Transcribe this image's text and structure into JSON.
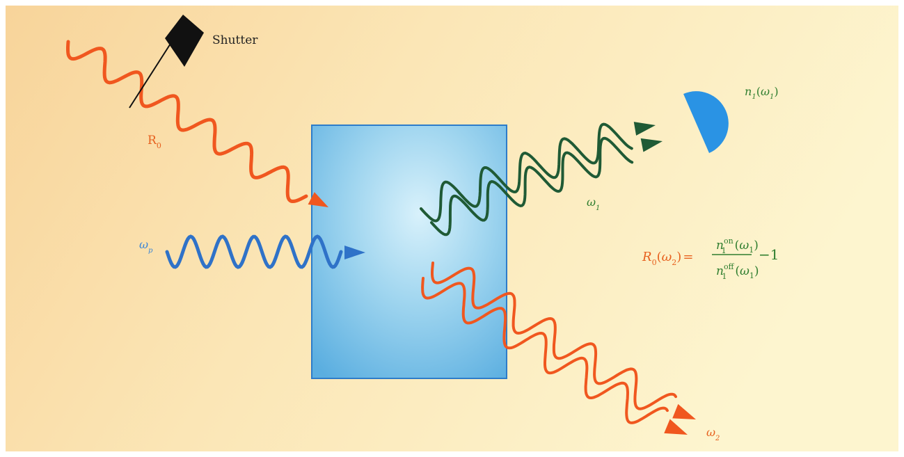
{
  "labels": {
    "shutter": "Shutter",
    "r0_symbol": "R",
    "r0_sub": "0",
    "wp_symbol": "ω",
    "wp_sub": "p",
    "w1_symbol": "ω",
    "w1_sub": "1",
    "w2_symbol": "ω",
    "w2_sub": "2",
    "detector_n": "n",
    "detector_n_sub": "1",
    "detector_open": "(",
    "detector_omega": "ω",
    "detector_omega_sub": "1",
    "detector_close": ")"
  },
  "formula": {
    "lhs_R": "R",
    "lhs_R_sub": "0",
    "lhs_open": "(",
    "lhs_omega": "ω",
    "lhs_omega_sub": "2",
    "lhs_close": ")",
    "equals": "=",
    "num_n": "n",
    "num_sup": "on",
    "num_sub": "1",
    "num_arg_open": "(",
    "num_arg_omega": "ω",
    "num_arg_sub": "1",
    "num_arg_close": ")",
    "den_n": "n",
    "den_sup": "off",
    "den_sub": "1",
    "den_arg_open": "(",
    "den_arg_omega": "ω",
    "den_arg_sub": "1",
    "den_arg_close": ")",
    "minus_one": "−1"
  },
  "colors": {
    "background_light": "#fdf3c9",
    "background_warm": "#f9d9a0",
    "crystal_fill": "#8fcfee",
    "crystal_edge": "#2d7cc9",
    "red_beam": "#f0571f",
    "blue_beam": "#2f72c8",
    "green_beam": "#1f5a35",
    "detector": "#2a93e4",
    "shutter": "#111111",
    "green_text": "#2e7d2e",
    "orange_text": "#e7611f",
    "blue_text": "#3b86d6"
  },
  "icons": {
    "shutter": "shutter-icon",
    "detector": "detector-icon",
    "crystal": "crystal-icon"
  }
}
